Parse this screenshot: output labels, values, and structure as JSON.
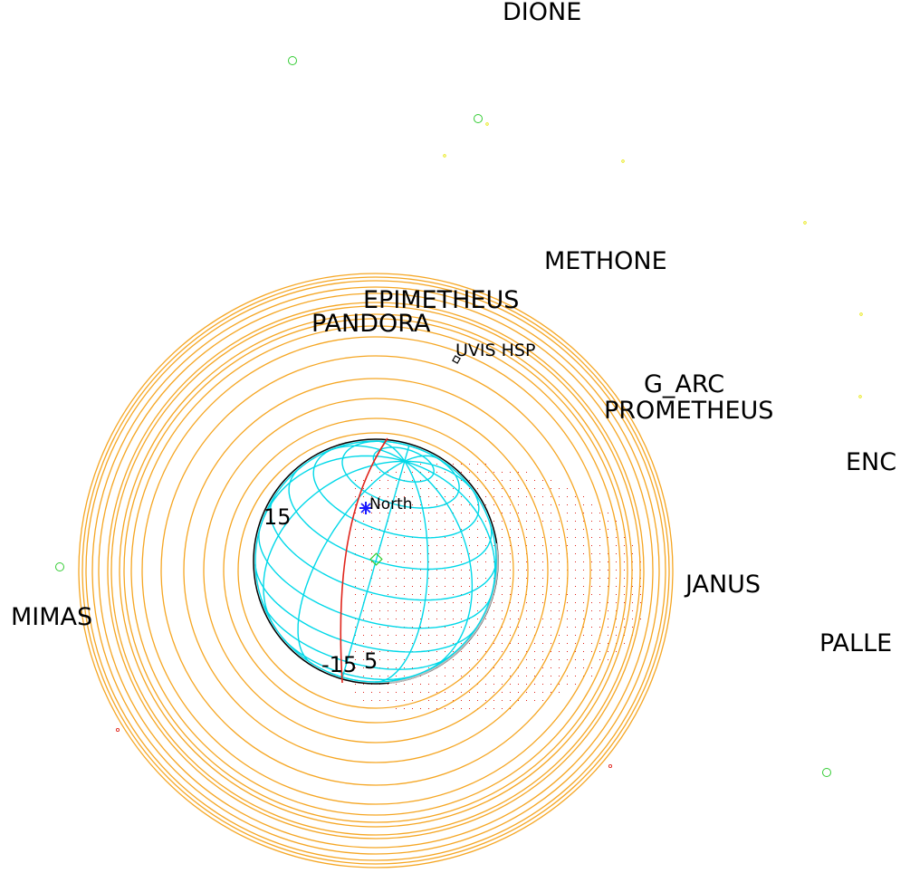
{
  "labels": {
    "dione": "DIONE",
    "methone": "METHONE",
    "epimetheus": "EPIMETHEUS",
    "pandora": "PANDORA",
    "uvis_hsp": "UVIS HSP",
    "g_arc": "G_ARC",
    "prometheus": "PROMETHEUS",
    "enceladus": "ENC",
    "janus": "JANUS",
    "mimas": "MIMAS",
    "pallene": "PALLE",
    "north": "North",
    "lat_upper": "15",
    "lat_lower": "-15",
    "lat_lower_overlap": "5"
  },
  "colors": {
    "rings": "#f5a623",
    "grid": "#00d8e8",
    "terminator": "#e0241b",
    "limb": "#000000",
    "north_marker": "#1a1aff",
    "moon_green": "#33cc33",
    "moon_yellow": "#e6e600",
    "moon_red": "#e0241b",
    "dots": "#e0241b"
  }
}
